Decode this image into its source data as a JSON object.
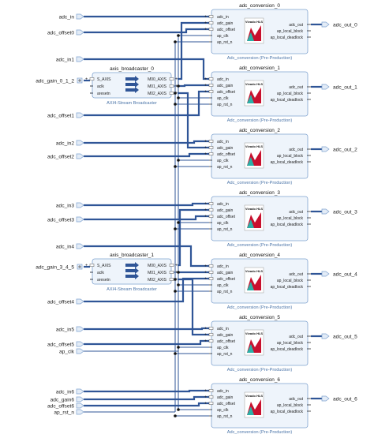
{
  "colors": {
    "wire": "#2f5597",
    "block_fill": "#eef4fb",
    "block_stroke": "#7fa2cf",
    "port_fill": "#e3ecf7",
    "subtitle": "#4a74a8",
    "logo_red": "#c8102e"
  },
  "external_inputs": [
    {
      "label": "adc_in",
      "kind": "bus"
    },
    {
      "label": "adc_offset0",
      "kind": "bus"
    },
    {
      "label": "adc_in1",
      "kind": "bus"
    },
    {
      "label": "adc_gain_0_1_2",
      "kind": "axis"
    },
    {
      "label": "adc_offset1",
      "kind": "bus"
    },
    {
      "label": "adc_in2",
      "kind": "bus"
    },
    {
      "label": "adc_offset2",
      "kind": "bus"
    },
    {
      "label": "adc_in3",
      "kind": "bus"
    },
    {
      "label": "adc_offset3",
      "kind": "bus"
    },
    {
      "label": "adc_in4",
      "kind": "bus"
    },
    {
      "label": "adc_gain_3_4_5",
      "kind": "axis"
    },
    {
      "label": "adc_offset4",
      "kind": "bus"
    },
    {
      "label": "adc_in5",
      "kind": "bus"
    },
    {
      "label": "adc_offset5",
      "kind": "bus"
    },
    {
      "label": "ap_clk",
      "kind": "clock"
    },
    {
      "label": "adc_in6",
      "kind": "bus"
    },
    {
      "label": "adc_gain6",
      "kind": "bus"
    },
    {
      "label": "adc_offset6",
      "kind": "bus"
    },
    {
      "label": "ap_rst_n",
      "kind": "reset"
    }
  ],
  "broadcasters": [
    {
      "instance": "axis_broadcaster_0",
      "inputs": [
        "S_AXIS",
        "aclk",
        "aresetn"
      ],
      "outputs": [
        "M00_AXIS",
        "M01_AXIS",
        "M02_AXIS"
      ],
      "subtitle": "AXI4-Stream Broadcaster"
    },
    {
      "instance": "axis_broadcaster_1",
      "inputs": [
        "S_AXIS",
        "aclk",
        "aresetn"
      ],
      "outputs": [
        "M00_AXIS",
        "M01_AXIS",
        "M02_AXIS"
      ],
      "subtitle": "AXI4-Stream Broadcaster"
    }
  ],
  "adc_blocks": [
    {
      "instance": "adc_conversion_0",
      "output": "adc_out_0"
    },
    {
      "instance": "adc_conversion_1",
      "output": "adc_out_1"
    },
    {
      "instance": "adc_conversion_2",
      "output": "adc_out_2"
    },
    {
      "instance": "adc_conversion_3",
      "output": "adc_out_3"
    },
    {
      "instance": "adc_conversion_4",
      "output": "adc_out_4"
    },
    {
      "instance": "adc_conversion_5",
      "output": "adc_out_5"
    },
    {
      "instance": "adc_conversion_6",
      "output": "adc_out_6"
    }
  ],
  "adc_block_pins": {
    "inputs": [
      "adc_in",
      "adc_gain",
      "adc_offset",
      "ap_clk",
      "ap_rst_n"
    ],
    "outputs": [
      "adc_out",
      "ap_local_block",
      "ap_local_deadlock"
    ],
    "subtitle": "Adc_conversion (Pre-Production)",
    "logo_text": "Vivado HLS",
    "logo_icon": "hls-logo-icon"
  }
}
